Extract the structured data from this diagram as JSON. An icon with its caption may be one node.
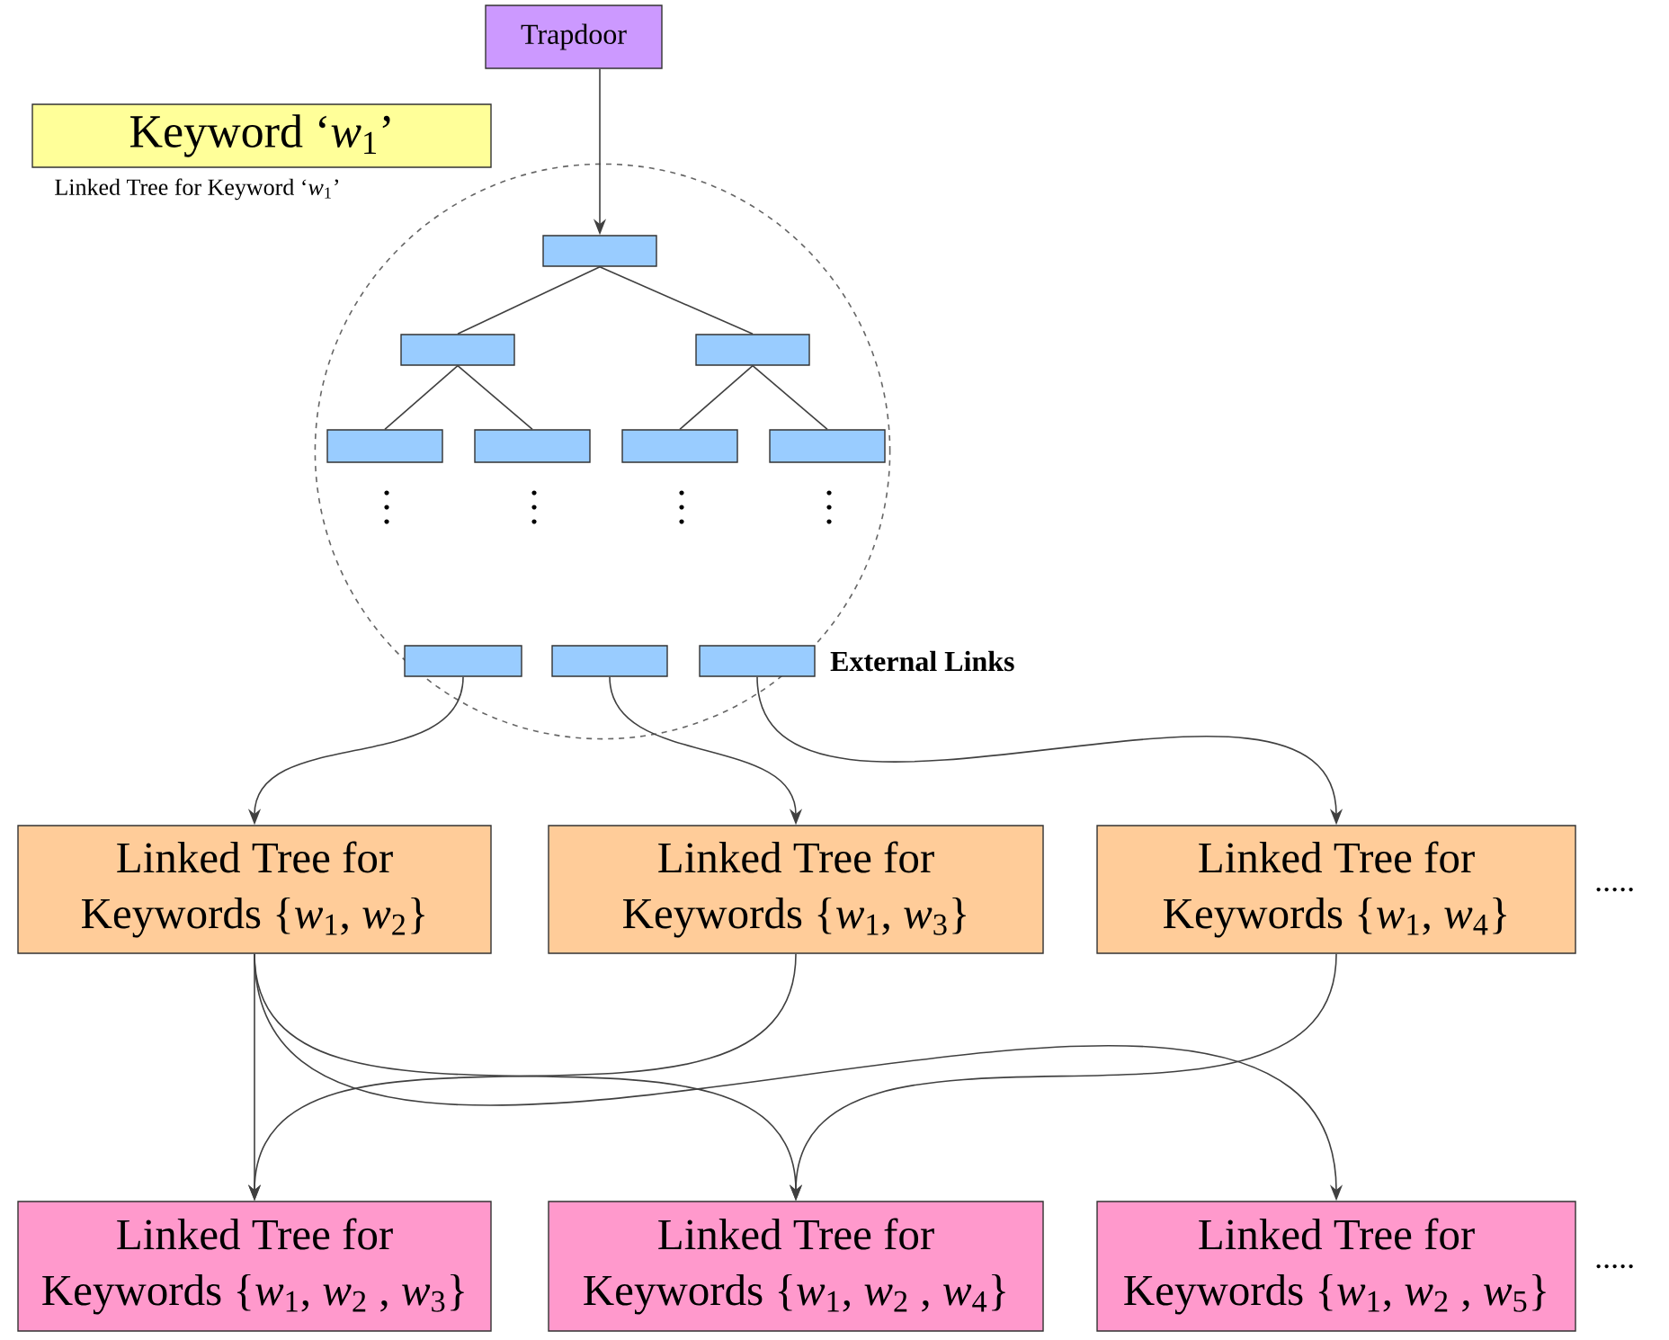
{
  "diagram": {
    "nodes": [
      {
        "text": [
          "Trapdoor"
        ]
      },
      {
        "text": [
          "Keyword ‘*w*$_{1}$’"
        ]
      },
      {
        "text": [
          "Linked Tree for Keyword ‘*w*$_{1}$’"
        ]
      },
      {
        "text": [],
        "shape": "box",
        "in": 2
      },
      {
        "text": [],
        "shape": "box",
        "in": 2
      },
      {
        "text": [],
        "shape": "box",
        "in": 2
      },
      {
        "text": [],
        "shape": "box",
        "in": 2
      },
      {
        "text": [],
        "shape": "box",
        "in": 2
      },
      {
        "text": [],
        "shape": "box",
        "in": 2
      },
      {
        "text": [],
        "shape": "box",
        "in": 2
      },
      {
        "text": [],
        "shape": "box",
        "in": 2
      },
      {
        "text": [],
        "shape": "box",
        "in": 2
      },
      {
        "text": [],
        "shape": "box",
        "in": 2,
        "beside": [
          "External Links"
        ]
      },
      {
        "text": [
          "Linked Tree for Keywords {*w*$_{1}$, *w*$_{2}$}"
        ]
      },
      {
        "text": [
          "Linked Tree for Keywords {*w*$_{1}$, *w*$_{3}$}"
        ]
      },
      {
        "text": [
          "Linked Tree for Keywords {*w*$_{1}$, *w*$_{4}$}"
        ],
        "beside": [
          "....."
        ]
      },
      {
        "text": [
          "Linked Tree for Keywords {*w*$_{1}$, *w*$_{2}$ , *w*$_{3}$}"
        ]
      },
      {
        "text": [
          "Linked Tree for Keywords {*w*$_{1}$, *w*$_{2}$ , *w*$_{4}$}"
        ]
      },
      {
        "text": [
          "Linked Tree for Keywords {*w*$_{1}$, *w*$_{2}$ , *w*$_{5}$}"
        ],
        "beside": [
          "....."
        ]
      }
    ],
    "edges": [
      {
        "from": 0,
        "to": 3,
        "arrow": "to"
      },
      {
        "from": 3,
        "to": 4,
        "arrow": "none"
      },
      {
        "from": 3,
        "to": 5,
        "arrow": "none"
      },
      {
        "from": 4,
        "to": 6,
        "arrow": "none"
      },
      {
        "from": 4,
        "to": 7,
        "arrow": "none"
      },
      {
        "from": 5,
        "to": 8,
        "arrow": "none"
      },
      {
        "from": 5,
        "to": 9,
        "arrow": "none"
      },
      {
        "from": 10,
        "to": 13,
        "arrow": "to"
      },
      {
        "from": 11,
        "to": 14,
        "arrow": "to"
      },
      {
        "from": 12,
        "to": 15,
        "arrow": "to"
      },
      {
        "from": 13,
        "to": 16,
        "arrow": "to"
      },
      {
        "from": 13,
        "to": 17,
        "arrow": "to"
      },
      {
        "from": 13,
        "to": 18,
        "arrow": "to"
      },
      {
        "from": 14,
        "to": 16,
        "arrow": "to"
      },
      {
        "from": 15,
        "to": 17,
        "arrow": "to"
      }
    ]
  }
}
